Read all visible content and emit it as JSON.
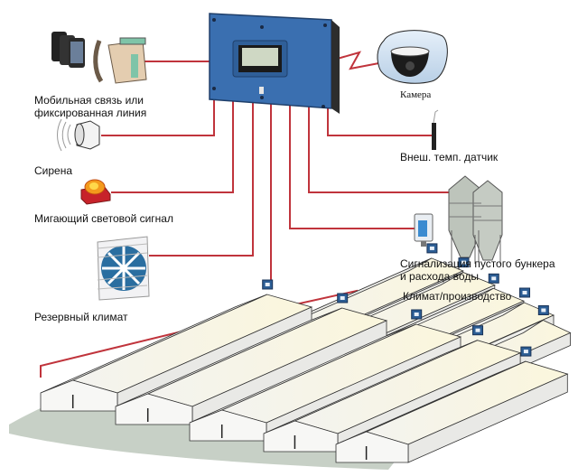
{
  "diagram": {
    "title": "Farm controller connection scheme",
    "controller": {
      "name": "controller-unit",
      "color": "#3a6fb0"
    },
    "line_color": "#c0343c",
    "ground_color": "#c7d0c6",
    "nodes": [
      {
        "id": "phones",
        "label_lines": [
          "Мобильная связь или",
          "фиксированная линия"
        ],
        "icon": "phone-icon"
      },
      {
        "id": "camera",
        "label": "Камера",
        "icon": "camera-icon",
        "link": "wireless"
      },
      {
        "id": "siren",
        "label": "Сирена",
        "icon": "siren-icon"
      },
      {
        "id": "ext-temp",
        "label": "Внеш. темп. датчик",
        "icon": "thermometer-icon"
      },
      {
        "id": "flash",
        "label": "Мигающий световой сигнал",
        "icon": "beacon-icon"
      },
      {
        "id": "silo",
        "label_lines": [
          "Сигнализация пустого бункера",
          "и расхода воды"
        ],
        "icon": "silo-icon"
      },
      {
        "id": "backup",
        "label": "Резервный климат",
        "icon": "fan-icon"
      },
      {
        "id": "climate",
        "label": "Климат/производство",
        "icon": "barn-controller-icon"
      }
    ],
    "barns": {
      "front_row": 5,
      "back_row": 5
    }
  }
}
